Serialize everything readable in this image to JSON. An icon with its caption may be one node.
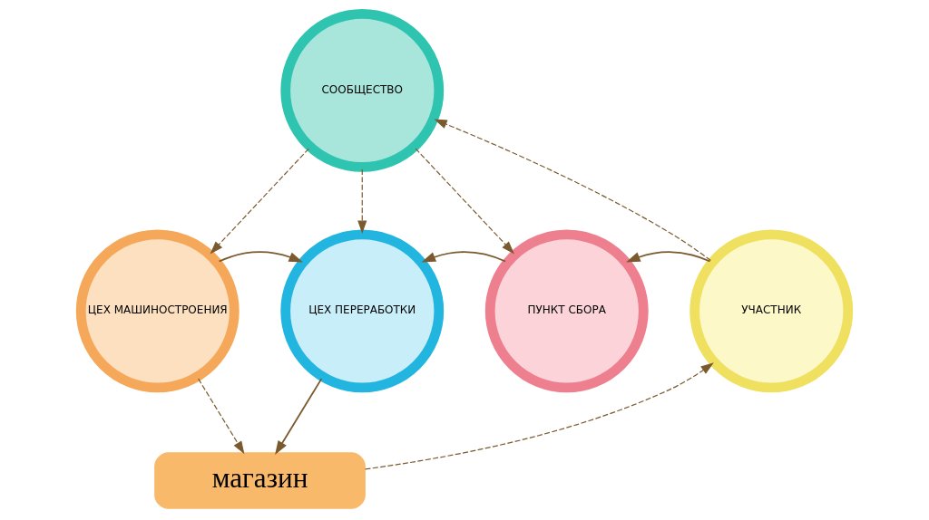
{
  "diagram": {
    "nodes": [
      {
        "text": [
          "СООБЩЕСТВО"
        ]
      },
      {
        "text": [
          "ЦЕХ МАШИНОСТРОЕНИЯ"
        ]
      },
      {
        "text": [
          "ЦЕХ ПЕРЕРАБОТКИ"
        ]
      },
      {
        "text": [
          "ПУНКТ СБОРА"
        ]
      },
      {
        "text": [
          "УЧАСТНИК"
        ]
      },
      {
        "text": [
          "магазин"
        ]
      }
    ],
    "edges": [
      {
        "from": 0,
        "to": 1,
        "arrow": "to",
        "style": "dashed"
      },
      {
        "from": 0,
        "to": 2,
        "arrow": "to",
        "style": "dashed"
      },
      {
        "from": 0,
        "to": 3,
        "arrow": "to",
        "style": "dashed"
      },
      {
        "from": 4,
        "to": 0,
        "arrow": "to",
        "style": "dashed"
      },
      {
        "from": 1,
        "to": 2,
        "arrow": "to"
      },
      {
        "from": 3,
        "to": 2,
        "arrow": "to"
      },
      {
        "from": 4,
        "to": 3,
        "arrow": "to"
      },
      {
        "from": 2,
        "to": 5,
        "arrow": "to"
      },
      {
        "from": 1,
        "to": 5,
        "arrow": "to",
        "style": "dashed"
      },
      {
        "from": 5,
        "to": 4,
        "arrow": "to",
        "style": "dashed"
      }
    ]
  }
}
